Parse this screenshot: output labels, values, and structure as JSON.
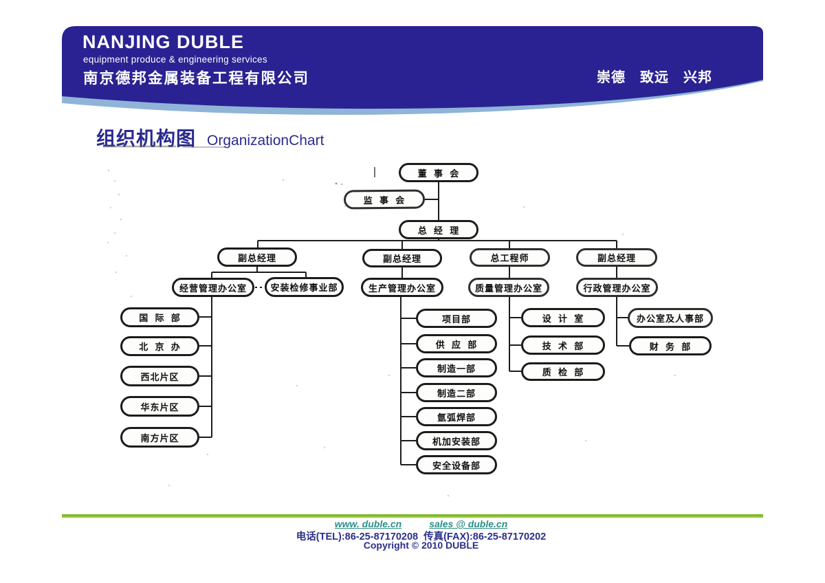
{
  "header": {
    "logo_title": "NANJING DUBLE",
    "logo_subtitle": "equipment produce & engineering services",
    "company_cn": "南京德邦金属装备工程有限公司",
    "motto": "崇德　致远　兴邦",
    "band_color": "#2a2292",
    "band_accent_color": "#8fb4d8"
  },
  "title": {
    "cn": "组织机构图",
    "en": "OrganizationChart",
    "color": "#2b2a8f"
  },
  "org_chart": {
    "line_color": "#1c1c1c",
    "nodes": [
      {
        "id": "board-of-directors",
        "label": "董 事 会",
        "parent": null
      },
      {
        "id": "supervisory-board",
        "label": "监 事 会",
        "parent": "board-of-directors"
      },
      {
        "id": "general-manager",
        "label": "总 经 理",
        "parent": "board-of-directors"
      },
      {
        "id": "deputy-gm-1",
        "label": "副总经理",
        "parent": "general-manager"
      },
      {
        "id": "deputy-gm-2",
        "label": "副总经理",
        "parent": "general-manager"
      },
      {
        "id": "chief-engineer",
        "label": "总工程师",
        "parent": "general-manager"
      },
      {
        "id": "deputy-gm-3",
        "label": "副总经理",
        "parent": "general-manager"
      },
      {
        "id": "business-mgmt-office",
        "label": "经营管理办公室",
        "parent": "deputy-gm-1"
      },
      {
        "id": "installation-division",
        "label": "安装检修事业部",
        "parent": "deputy-gm-1"
      },
      {
        "id": "production-mgmt-office",
        "label": "生产管理办公室",
        "parent": "deputy-gm-2"
      },
      {
        "id": "quality-mgmt-office",
        "label": "质量管理办公室",
        "parent": "chief-engineer"
      },
      {
        "id": "admin-mgmt-office",
        "label": "行政管理办公室",
        "parent": "deputy-gm-3"
      },
      {
        "id": "international-dept",
        "label": "国 际 部",
        "parent": "business-mgmt-office"
      },
      {
        "id": "beijing-office",
        "label": "北 京 办",
        "parent": "business-mgmt-office"
      },
      {
        "id": "northwest-region",
        "label": "西北片区",
        "parent": "business-mgmt-office"
      },
      {
        "id": "east-china-region",
        "label": "华东片区",
        "parent": "business-mgmt-office"
      },
      {
        "id": "south-region",
        "label": "南方片区",
        "parent": "business-mgmt-office"
      },
      {
        "id": "project-dept",
        "label": "项目部",
        "parent": "production-mgmt-office"
      },
      {
        "id": "supply-dept",
        "label": "供 应 部",
        "parent": "production-mgmt-office"
      },
      {
        "id": "manufacturing-dept-1",
        "label": "制造一部",
        "parent": "production-mgmt-office"
      },
      {
        "id": "manufacturing-dept-2",
        "label": "制造二部",
        "parent": "production-mgmt-office"
      },
      {
        "id": "argon-welding-dept",
        "label": "氩弧焊部",
        "parent": "production-mgmt-office"
      },
      {
        "id": "machining-installation-dept",
        "label": "机加安装部",
        "parent": "production-mgmt-office"
      },
      {
        "id": "safety-equipment-dept",
        "label": "安全设备部",
        "parent": "production-mgmt-office"
      },
      {
        "id": "design-office",
        "label": "设 计 室",
        "parent": "quality-mgmt-office"
      },
      {
        "id": "technology-dept",
        "label": "技 术 部",
        "parent": "quality-mgmt-office"
      },
      {
        "id": "quality-inspection-dept",
        "label": "质 检 部",
        "parent": "quality-mgmt-office"
      },
      {
        "id": "office-hr-dept",
        "label": "办公室及人事部",
        "parent": "admin-mgmt-office"
      },
      {
        "id": "finance-dept",
        "label": "财 务 部",
        "parent": "admin-mgmt-office"
      }
    ]
  },
  "footer": {
    "website": "www. duble.cn",
    "email": "sales @ duble.cn",
    "phone": "电话(TEL):86-25-87170208",
    "fax": "传真(FAX):86-25-87170202",
    "copyright": "Copyright ©  2010 DUBLE",
    "link_color": "#2c8f86",
    "text_color": "#2b2e8b",
    "separator_color": "#8cc63c"
  }
}
